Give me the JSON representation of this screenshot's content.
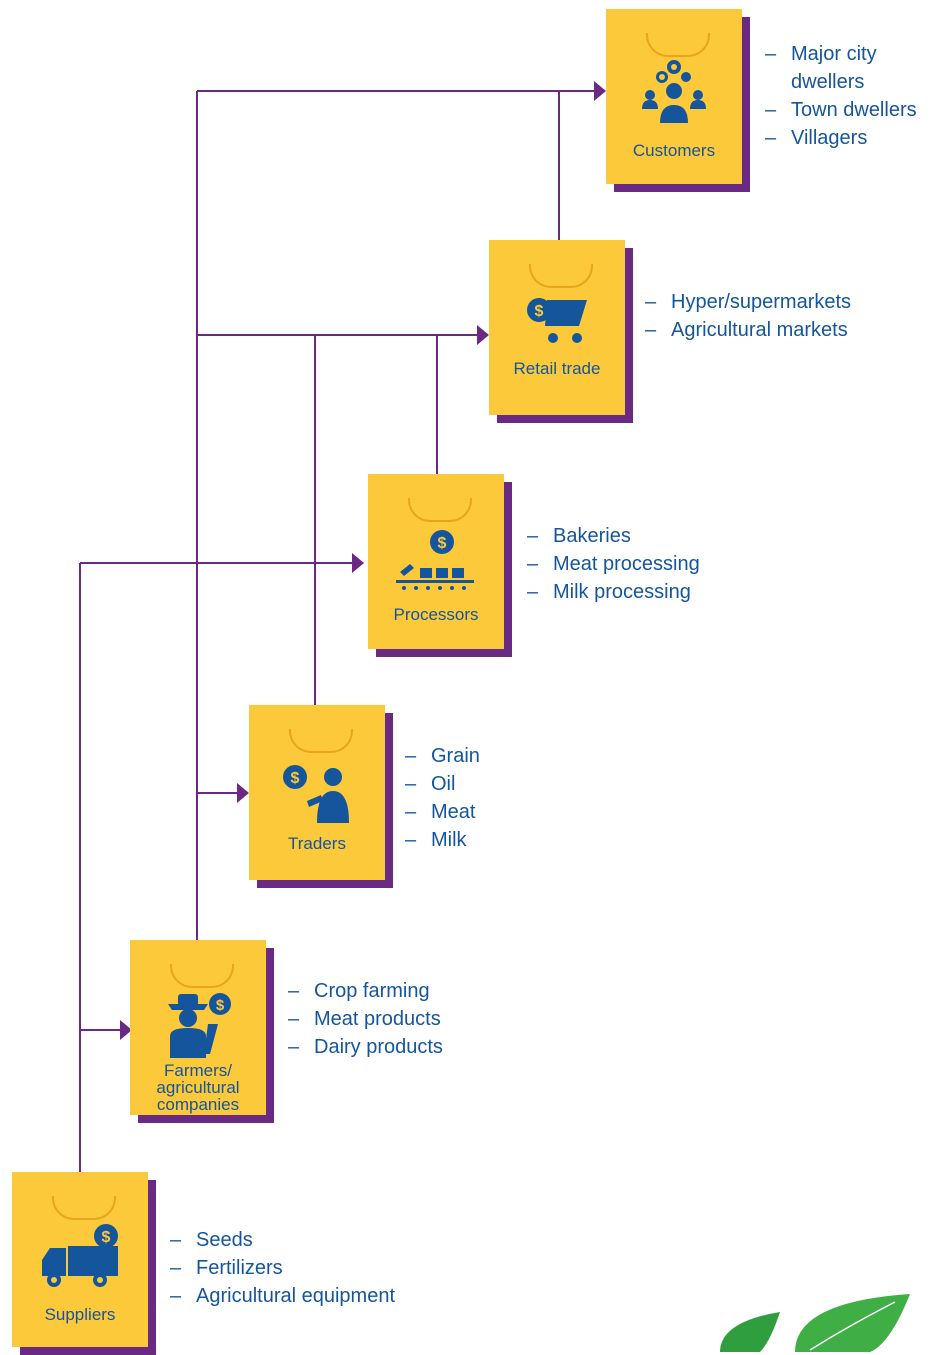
{
  "nodes": {
    "customers": {
      "label": "Customers",
      "items": [
        "Major city dwellers",
        "Town dwellers",
        "Villagers"
      ]
    },
    "retail": {
      "label": "Retail trade",
      "items": [
        "Hyper/supermarkets",
        "Agricultural markets"
      ]
    },
    "processors": {
      "label": "Processors",
      "items": [
        "Bakeries",
        "Meat processing",
        "Milk processing"
      ]
    },
    "traders": {
      "label": "Traders",
      "items": [
        "Grain",
        "Oil",
        "Meat",
        "Milk"
      ]
    },
    "farmers": {
      "label_lines": [
        "Farmers/",
        "agricultural",
        "companies"
      ],
      "items": [
        "Crop farming",
        "Meat products",
        "Dairy products"
      ]
    },
    "suppliers": {
      "label": "Suppliers",
      "items": [
        "Seeds",
        "Fertilizers",
        "Agricultural equipment"
      ]
    }
  },
  "colors": {
    "bag": "#fcc93a",
    "shadow": "#6a2a84",
    "text": "#14559c",
    "line": "#6a2a84",
    "leaf": "#2e9e3e"
  }
}
